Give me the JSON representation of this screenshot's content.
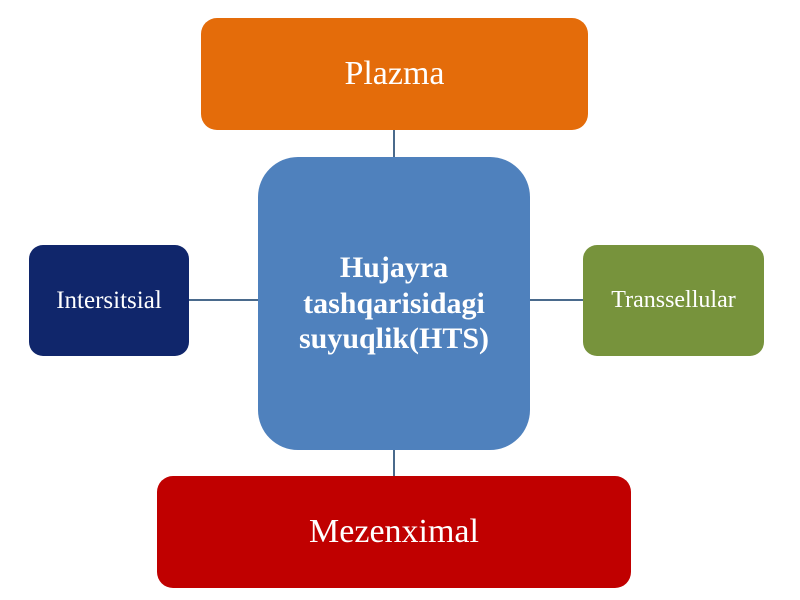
{
  "diagram": {
    "center": {
      "label": "Hujayra tashqarisidagi suyuqlik(HTS)",
      "color": "#4f81bd"
    },
    "top": {
      "label": "Plazma",
      "color": "#e46c0a"
    },
    "left": {
      "label": "Intersitsial",
      "color": "#10266b"
    },
    "right": {
      "label": "Transsellular",
      "color": "#77933c"
    },
    "bottom": {
      "label": "Mezenximal",
      "color": "#c00000"
    },
    "connector_color": "#4a6a8c"
  }
}
